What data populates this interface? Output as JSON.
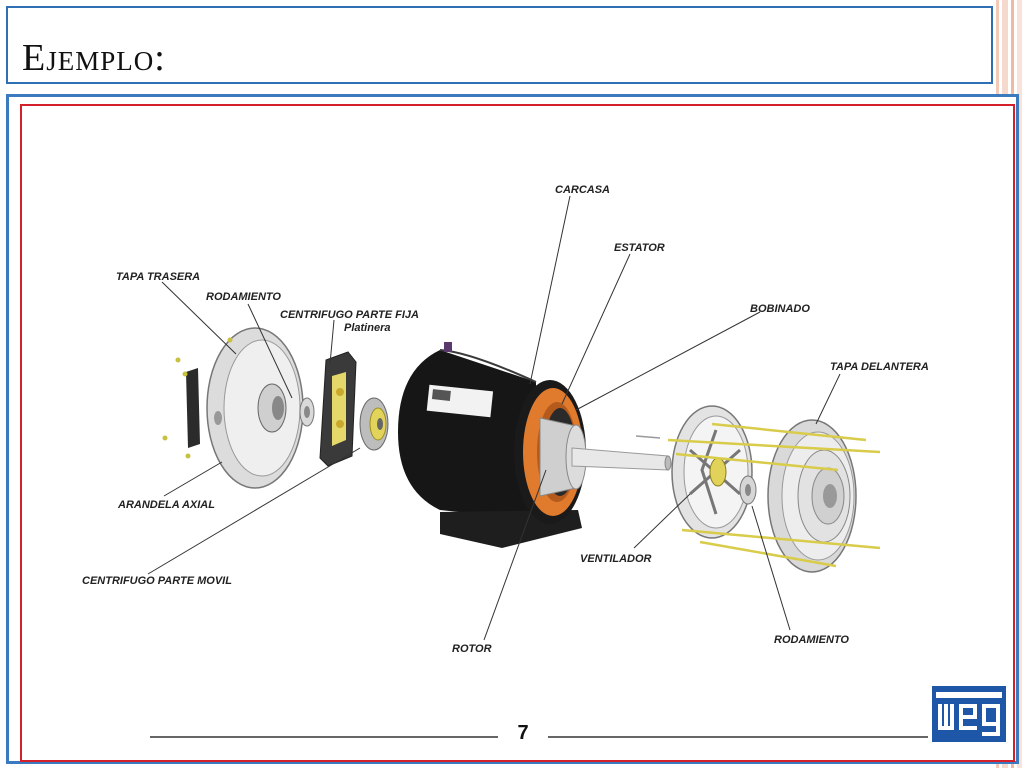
{
  "slide": {
    "title": "Ejemplo:",
    "page_number": "7"
  },
  "logo": {
    "text": "WEG",
    "color": "#1f57a8"
  },
  "colors": {
    "frame_blue": "#3c7ac0",
    "frame_red": "#d4202a",
    "stator_orange": "#e07a2c"
  },
  "diagram": {
    "labels": {
      "carcasa": "CARCASA",
      "estator": "ESTATOR",
      "bobinado": "BOBINADO",
      "tapa_trasera": "TAPA TRASERA",
      "rodamiento_top": "RODAMIENTO",
      "centrifugo_fija": "CENTRIFUGO PARTE FIJA",
      "platinera": "Platinera",
      "tapa_delantera": "TAPA DELANTERA",
      "arandela_axial": "ARANDELA AXIAL",
      "centrifugo_movil": "CENTRIFUGO PARTE MOVIL",
      "ventilador": "VENTILADOR",
      "rotor": "ROTOR",
      "rodamiento_bottom": "RODAMIENTO"
    }
  }
}
